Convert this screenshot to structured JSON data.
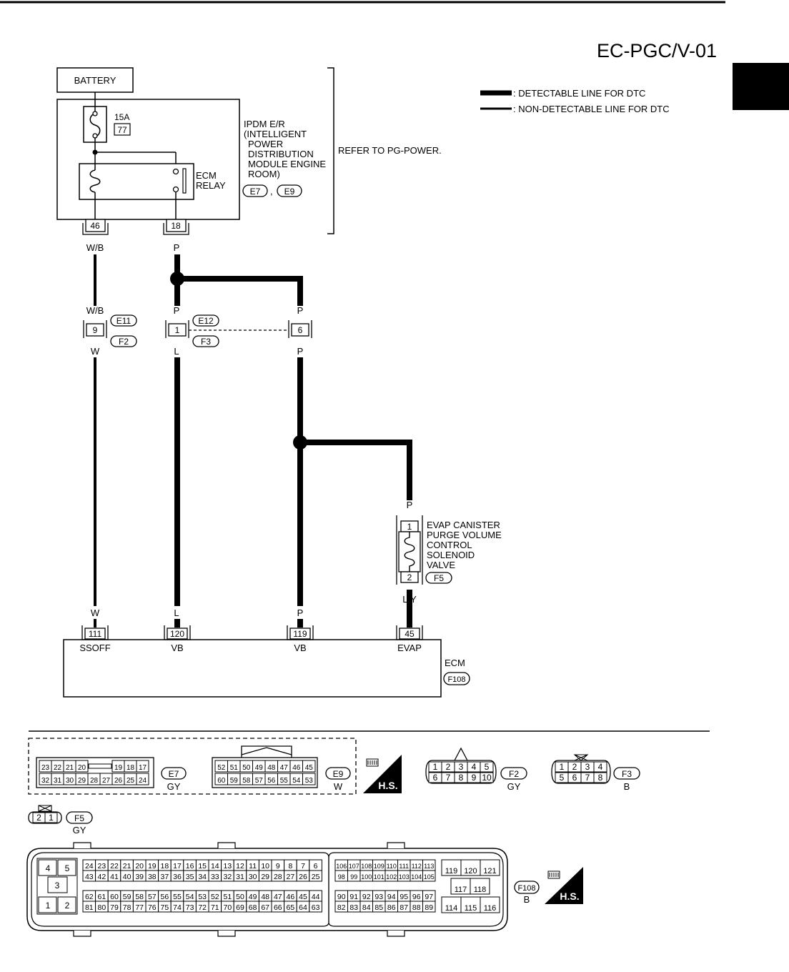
{
  "page_code": "EC-PGC/V-01",
  "legend": {
    "detectable": ": DETECTABLE LINE FOR DTC",
    "non_detectable": ": NON-DETECTABLE LINE FOR DTC"
  },
  "battery": "BATTERY",
  "fuse": {
    "rating": "15A",
    "number": "77"
  },
  "ipdm": {
    "lines": [
      "IPDM E/R",
      "(INTELLIGENT",
      "POWER",
      "DISTRIBUTION",
      "MODULE ENGINE",
      "ROOM)"
    ],
    "connectors": [
      "E7",
      "E9"
    ],
    "connector_sep": ","
  },
  "refer_note": "REFER TO PG-POWER.",
  "relay": {
    "lines": [
      "ECM",
      "RELAY"
    ]
  },
  "ipdm_pins": {
    "left": "46",
    "right": "18"
  },
  "wire_colors": {
    "left_top": "W/B",
    "mid_top": "P",
    "left_upper": "W/B",
    "left_lower": "W",
    "mid_upper": "P",
    "mid_lower": "L",
    "right_upper": "P",
    "right_lower": "P",
    "evap_top": "P",
    "evap_bottom": "L/Y",
    "ecm_w": "W",
    "ecm_l": "L",
    "ecm_p": "P"
  },
  "joint_connectors": {
    "left_pin": "9",
    "left_ids": [
      "E11",
      "F2"
    ],
    "mid_pin": "1",
    "mid_ids": [
      "E12",
      "F3"
    ],
    "right_pin": "6"
  },
  "evap_valve": {
    "pin_top": "1",
    "pin_bottom": "2",
    "connector": "F5",
    "lines": [
      "EVAP CANISTER",
      "PURGE VOLUME",
      "CONTROL",
      "SOLENOID",
      "VALVE"
    ]
  },
  "ecm": {
    "name": "ECM",
    "connector": "F108",
    "pins": [
      {
        "num": "111",
        "label": "SSOFF"
      },
      {
        "num": "120",
        "label": "VB"
      },
      {
        "num": "119",
        "label": "VB"
      },
      {
        "num": "45",
        "label": "EVAP"
      }
    ]
  },
  "connector_faces": {
    "e7": {
      "id": "E7",
      "color": "GY",
      "row1": [
        "23",
        "22",
        "21",
        "20",
        "",
        "19",
        "18",
        "17"
      ],
      "row2": [
        "32",
        "31",
        "30",
        "29",
        "28",
        "27",
        "26",
        "25",
        "24"
      ]
    },
    "e9": {
      "id": "E9",
      "color": "W",
      "row1": [
        "52",
        "51",
        "50",
        "49",
        "48",
        "47",
        "46",
        "45"
      ],
      "row2": [
        "60",
        "59",
        "58",
        "57",
        "56",
        "55",
        "54",
        "53"
      ]
    },
    "hs_label": "H.S.",
    "f2": {
      "id": "F2",
      "color": "GY",
      "row1": [
        "1",
        "2",
        "3",
        "4",
        "5"
      ],
      "row2": [
        "6",
        "7",
        "8",
        "9",
        "10"
      ]
    },
    "f3": {
      "id": "F3",
      "color": "B",
      "row1": [
        "1",
        "2",
        "3",
        "4"
      ],
      "row2": [
        "5",
        "6",
        "7",
        "8"
      ]
    },
    "f5": {
      "id": "F5",
      "color": "GY",
      "pins": [
        "2",
        "1"
      ]
    },
    "f108": {
      "id": "F108",
      "color": "B",
      "left": [
        "4",
        "5",
        "3",
        "1",
        "2"
      ],
      "g1r1": [
        "24",
        "23",
        "22",
        "21",
        "20",
        "19",
        "18",
        "17",
        "16",
        "15",
        "14",
        "13",
        "12",
        "11",
        "10",
        "9",
        "8",
        "7",
        "6"
      ],
      "g1r2": [
        "43",
        "42",
        "41",
        "40",
        "39",
        "38",
        "37",
        "36",
        "35",
        "34",
        "33",
        "32",
        "31",
        "30",
        "29",
        "28",
        "27",
        "26",
        "25"
      ],
      "g1r3": [
        "62",
        "61",
        "60",
        "59",
        "58",
        "57",
        "56",
        "55",
        "54",
        "53",
        "52",
        "51",
        "50",
        "49",
        "48",
        "47",
        "46",
        "45",
        "44"
      ],
      "g1r4": [
        "81",
        "80",
        "79",
        "78",
        "77",
        "76",
        "75",
        "74",
        "73",
        "72",
        "71",
        "70",
        "69",
        "68",
        "67",
        "66",
        "65",
        "64",
        "63"
      ],
      "g2r1": [
        "106",
        "107",
        "108",
        "109",
        "110",
        "111",
        "112",
        "113"
      ],
      "g2r2": [
        "98",
        "99",
        "100",
        "101",
        "102",
        "103",
        "104",
        "105"
      ],
      "g2r3": [
        "90",
        "91",
        "92",
        "93",
        "94",
        "95",
        "96",
        "97"
      ],
      "g2r4": [
        "82",
        "83",
        "84",
        "85",
        "86",
        "87",
        "88",
        "89"
      ],
      "g3r1": [
        "119",
        "120",
        "121"
      ],
      "g3r2": [
        "117",
        "118"
      ],
      "g3r3": [
        "114",
        "115",
        "116"
      ]
    }
  }
}
